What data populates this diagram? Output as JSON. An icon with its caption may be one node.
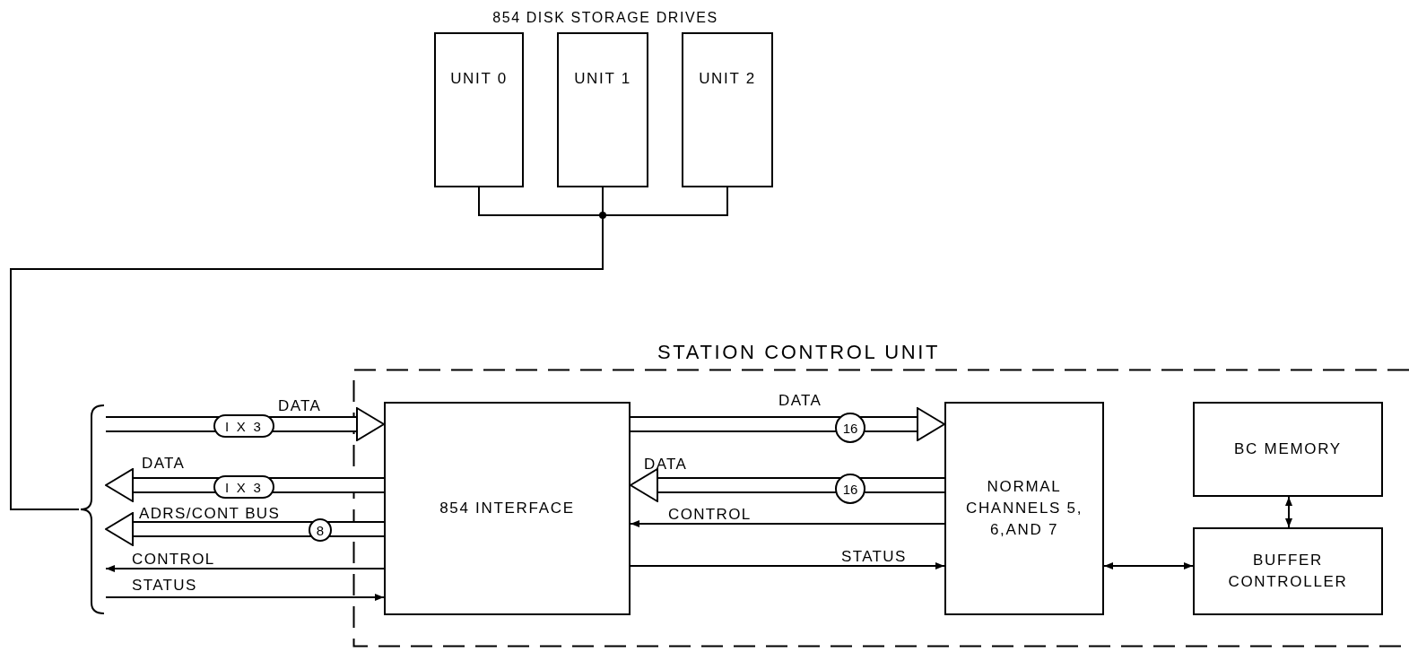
{
  "diagram": {
    "nodes": [
      {
        "text": [
          "UNIT 0"
        ]
      },
      {
        "text": [
          "UNIT 1"
        ]
      },
      {
        "text": [
          "UNIT 2"
        ]
      },
      {
        "text": [
          "STATION CONTROL UNIT"
        ]
      },
      {
        "text": [],
        "shape": "bar"
      },
      {
        "text": [
          "854 INTERFACE"
        ],
        "in": 3
      },
      {
        "text": [
          "NORMAL CHANNELS 5, 6,AND 7"
        ],
        "in": 3
      },
      {
        "text": [
          "BC MEMORY"
        ],
        "in": 3
      },
      {
        "text": [
          "BUFFER CONTROLLER"
        ],
        "in": 3
      }
    ],
    "edges": [
      {
        "from": 0,
        "to": 4,
        "arrow": "none"
      },
      {
        "from": 1,
        "to": 4,
        "arrow": "none"
      },
      {
        "from": 2,
        "to": 4,
        "arrow": "none"
      },
      {
        "from": 4,
        "to": 5,
        "arrow": "to",
        "label": "DATA",
        "style": "thick"
      },
      {
        "from": 5,
        "to": 4,
        "arrow": "to",
        "label": "DATA",
        "style": "thick"
      },
      {
        "from": 5,
        "to": 4,
        "arrow": "to",
        "label": "ADRS/CONT BUS",
        "style": "thick"
      },
      {
        "from": 5,
        "to": 4,
        "arrow": "to",
        "label": "CONTROL"
      },
      {
        "from": 4,
        "to": 5,
        "arrow": "to",
        "label": "STATUS"
      },
      {
        "from": 5,
        "to": 6,
        "arrow": "to",
        "label": "DATA",
        "style": "thick"
      },
      {
        "from": 6,
        "to": 5,
        "arrow": "to",
        "label": "DATA",
        "style": "thick"
      },
      {
        "from": 6,
        "to": 5,
        "arrow": "to",
        "label": "CONTROL"
      },
      {
        "from": 5,
        "to": 6,
        "arrow": "to",
        "label": "STATUS"
      },
      {
        "from": 6,
        "to": 8,
        "arrow": "both"
      },
      {
        "from": 7,
        "to": 8,
        "arrow": "both"
      }
    ],
    "labels": [
      "854 DISK STORAGE DRIVES",
      "I X 3",
      "I X 3",
      "8",
      "16",
      "16"
    ]
  }
}
